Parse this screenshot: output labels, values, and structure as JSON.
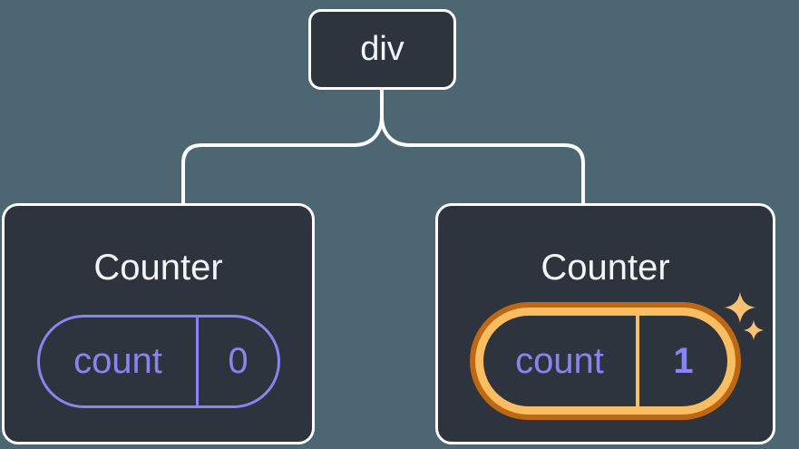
{
  "colors": {
    "background": "#4C6771",
    "card": "#2E343E",
    "stroke": "#FFFFFF",
    "text": "#F4F5F7",
    "purple": "#8885EE",
    "orange_dark": "#BE6912",
    "orange_light": "#FABD62",
    "sparkle": "#F9C272"
  },
  "tree": {
    "root": {
      "label": "div"
    },
    "children": [
      {
        "title": "Counter",
        "state_key": "count",
        "state_value": "0",
        "highlighted": false
      },
      {
        "title": "Counter",
        "state_key": "count",
        "state_value": "1",
        "highlighted": true
      }
    ]
  }
}
